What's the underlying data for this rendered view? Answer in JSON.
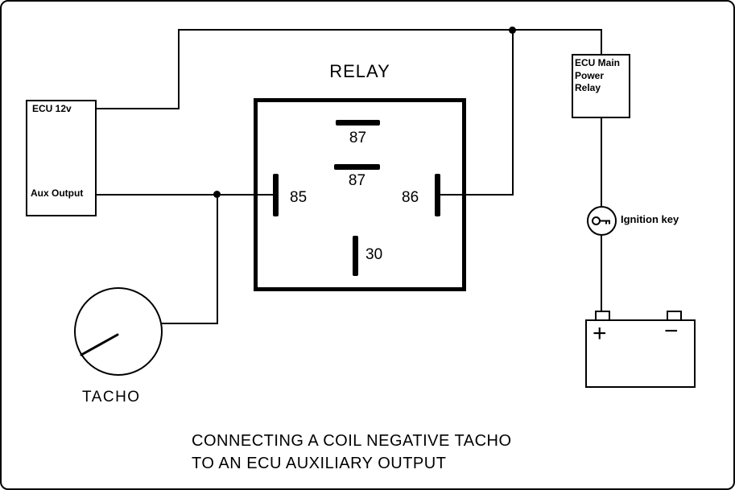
{
  "colors": {
    "line": "#000000",
    "background": "#ffffff"
  },
  "title": {
    "lines": [
      "CONNECTING A COIL NEGATIVE TACHO",
      "TO AN ECU AUXILIARY OUTPUT"
    ]
  },
  "ecu": {
    "top_label": "ECU 12v",
    "bottom_label": "Aux Output"
  },
  "relay": {
    "label": "RELAY",
    "pin_87_top": "87",
    "pin_87_bottom": "87",
    "pin_85": "85",
    "pin_86": "86",
    "pin_30": "30"
  },
  "ecu_main_relay": {
    "lines": [
      "ECU Main",
      "Power",
      "Relay"
    ]
  },
  "ignition": {
    "label": "Ignition key"
  },
  "battery": {
    "positive": "+",
    "negative": "−"
  },
  "tacho": {
    "label": "TACHO"
  }
}
